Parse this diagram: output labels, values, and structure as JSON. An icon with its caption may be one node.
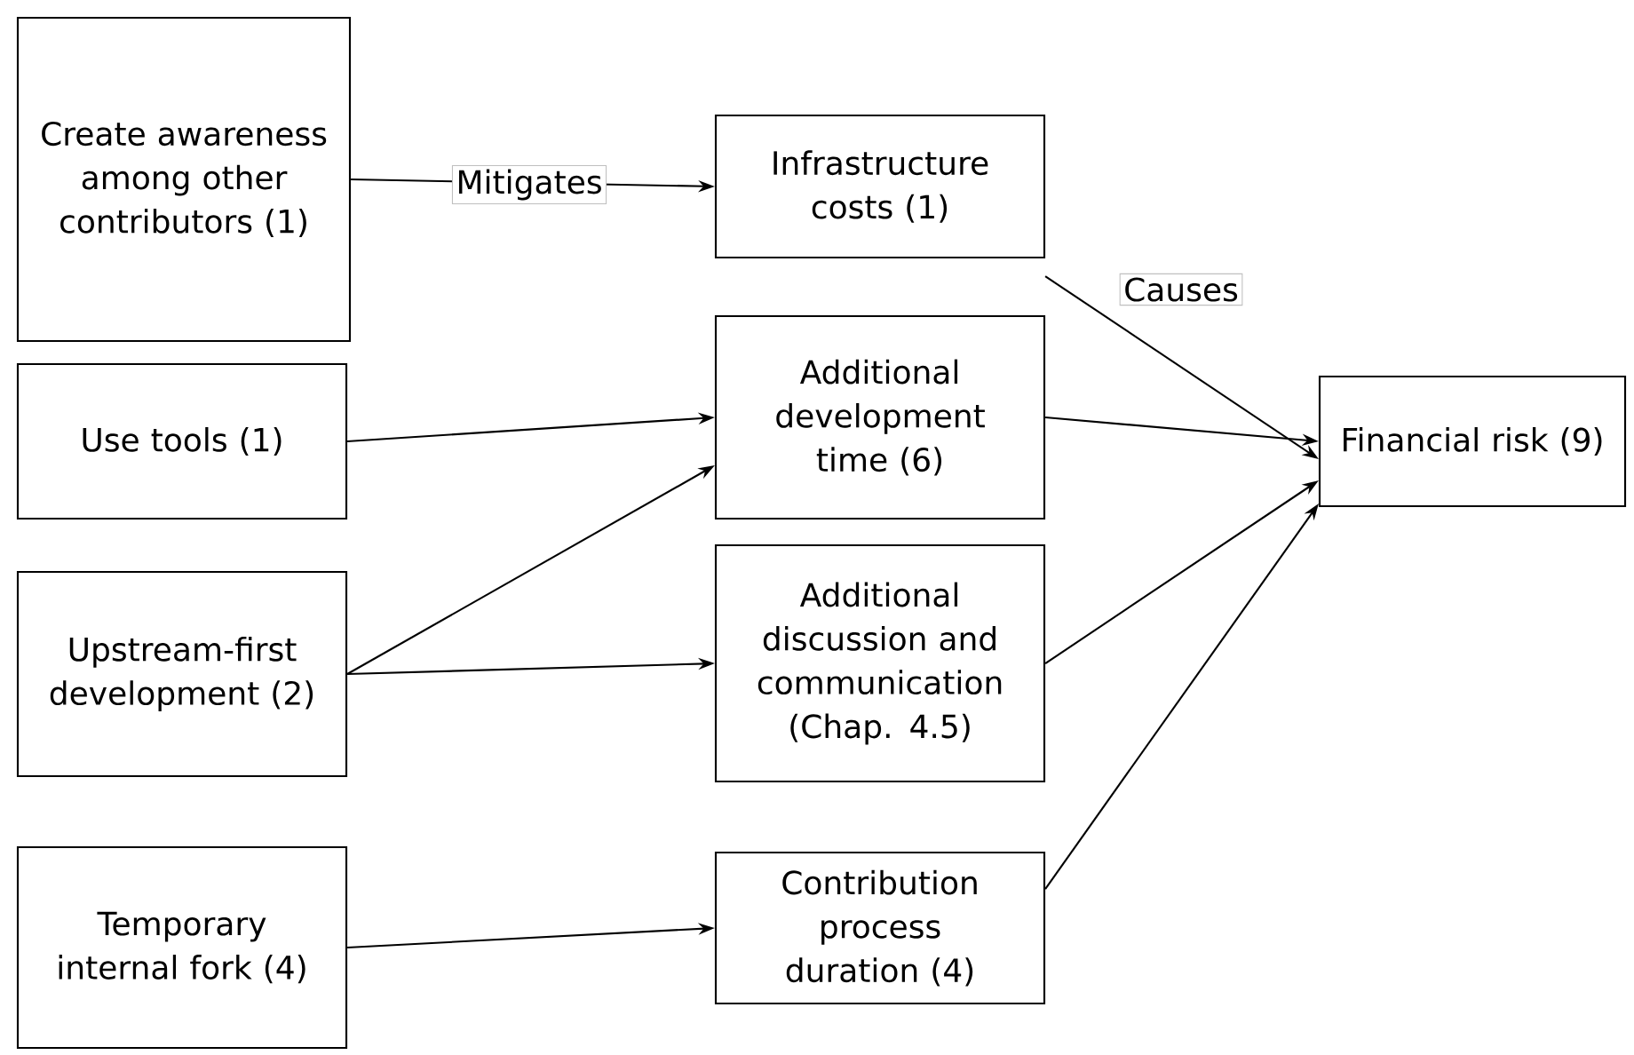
{
  "diagram": {
    "nodes": [
      {
        "text": [
          "Create awareness among other contributors (1)"
        ]
      },
      {
        "text": [
          "Use tools (1)"
        ]
      },
      {
        "text": [
          "Upstream-first development (2)"
        ]
      },
      {
        "text": [
          "Temporary internal fork (4)"
        ]
      },
      {
        "text": [
          "Infrastructure costs (1)"
        ]
      },
      {
        "text": [
          "Additional development time (6)"
        ]
      },
      {
        "text": [
          "Additional discussion and communication (Chap. 4.5)"
        ]
      },
      {
        "text": [
          "Contribution process duration (4)"
        ]
      },
      {
        "text": [
          "Financial risk (9)"
        ]
      }
    ],
    "edges": [
      {
        "from": 0,
        "to": 4,
        "arrow": "to",
        "label": "Mitigates"
      },
      {
        "from": 4,
        "to": 8,
        "arrow": "to",
        "label": "Causes"
      },
      {
        "from": 1,
        "to": 5,
        "arrow": "to"
      },
      {
        "from": 2,
        "to": 5,
        "arrow": "to"
      },
      {
        "from": 2,
        "to": 6,
        "arrow": "to"
      },
      {
        "from": 3,
        "to": 7,
        "arrow": "to"
      },
      {
        "from": 5,
        "to": 8,
        "arrow": "to"
      },
      {
        "from": 6,
        "to": 8,
        "arrow": "to"
      },
      {
        "from": 7,
        "to": 8,
        "arrow": "to"
      }
    ]
  }
}
